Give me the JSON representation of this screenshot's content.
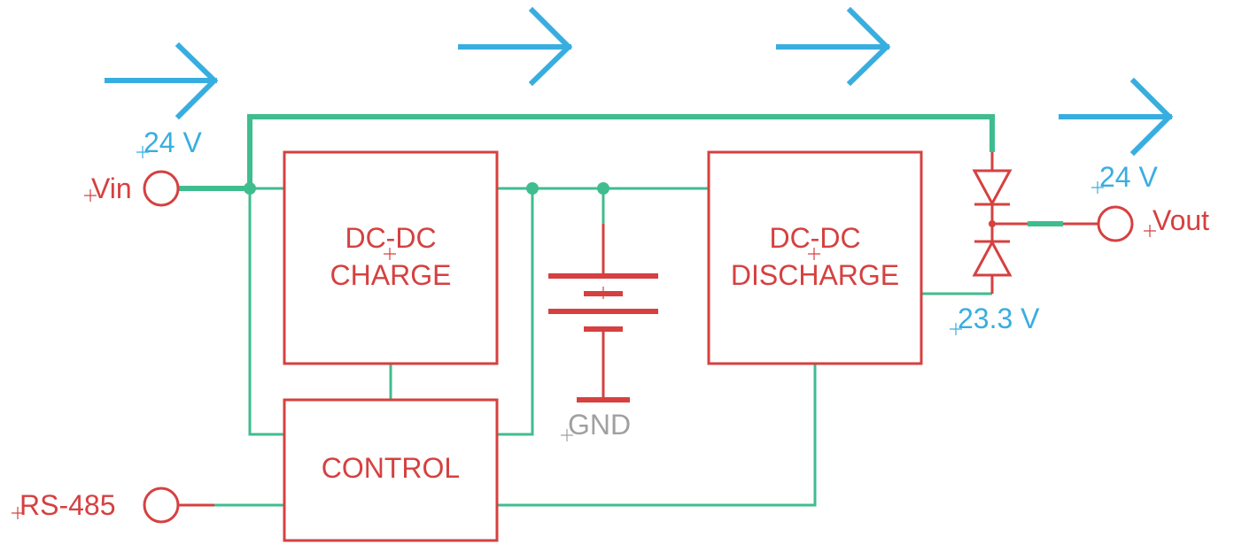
{
  "diagram": {
    "title": "",
    "colors": {
      "symbol": "#d64040",
      "net": "#3fbd8e",
      "annotation": "#38aee0",
      "ground_label": "#a0a0a0"
    },
    "ports": {
      "vin": {
        "label": "Vin"
      },
      "vout": {
        "label": "Vout"
      },
      "rs485": {
        "label": "RS-485"
      }
    },
    "blocks": {
      "charge": {
        "line1": "DC-DC",
        "line2": "CHARGE"
      },
      "discharge": {
        "line1": "DC-DC",
        "line2": "DISCHARGE"
      },
      "control": {
        "line1": "CONTROL"
      }
    },
    "battery": {
      "ground_label": "GND"
    },
    "voltages": {
      "vin": "24 V",
      "vout": "24 V",
      "discharge_out": "23.3 V"
    },
    "flow_arrows": [
      "power-flow",
      "power-flow",
      "power-flow",
      "power-flow"
    ]
  }
}
